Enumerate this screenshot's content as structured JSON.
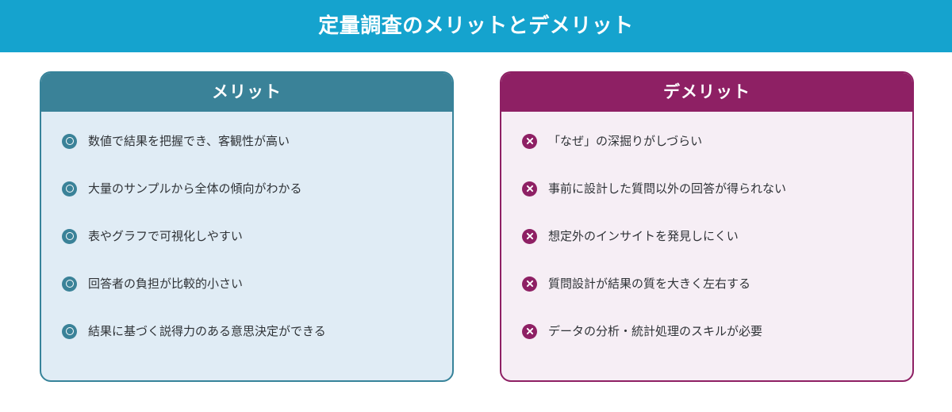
{
  "banner": {
    "title": "定量調査のメリットとデメリット",
    "background_color": "#15a3ce",
    "text_color": "#ffffff"
  },
  "colors": {
    "page_background": "#ffffff",
    "merit_accent": "#3a8298",
    "merit_border": "#37839a",
    "merit_body_background": "#e0ecf5",
    "demerit_accent": "#8e2064",
    "demerit_border": "#8e2064",
    "demerit_body_background": "#f6eef5",
    "item_text": "#2f3337"
  },
  "panels": [
    {
      "id": "merit",
      "title": "メリット",
      "bullet_icon": "circle-ring-icon",
      "items": [
        {
          "label": "数値で結果を把握でき、客観性が高い"
        },
        {
          "label": "大量のサンプルから全体の傾向がわかる"
        },
        {
          "label": "表やグラフで可視化しやすい"
        },
        {
          "label": "回答者の負担が比較的小さい"
        },
        {
          "label": "結果に基づく説得力のある意思決定ができる"
        }
      ]
    },
    {
      "id": "demerit",
      "title": "デメリット",
      "bullet_icon": "circle-cross-icon",
      "items": [
        {
          "label": "「なぜ」の深掘りがしづらい"
        },
        {
          "label": "事前に設計した質問以外の回答が得られない"
        },
        {
          "label": "想定外のインサイトを発見しにくい"
        },
        {
          "label": "質問設計が結果の質を大きく左右する"
        },
        {
          "label": "データの分析・統計処理のスキルが必要"
        }
      ]
    }
  ]
}
